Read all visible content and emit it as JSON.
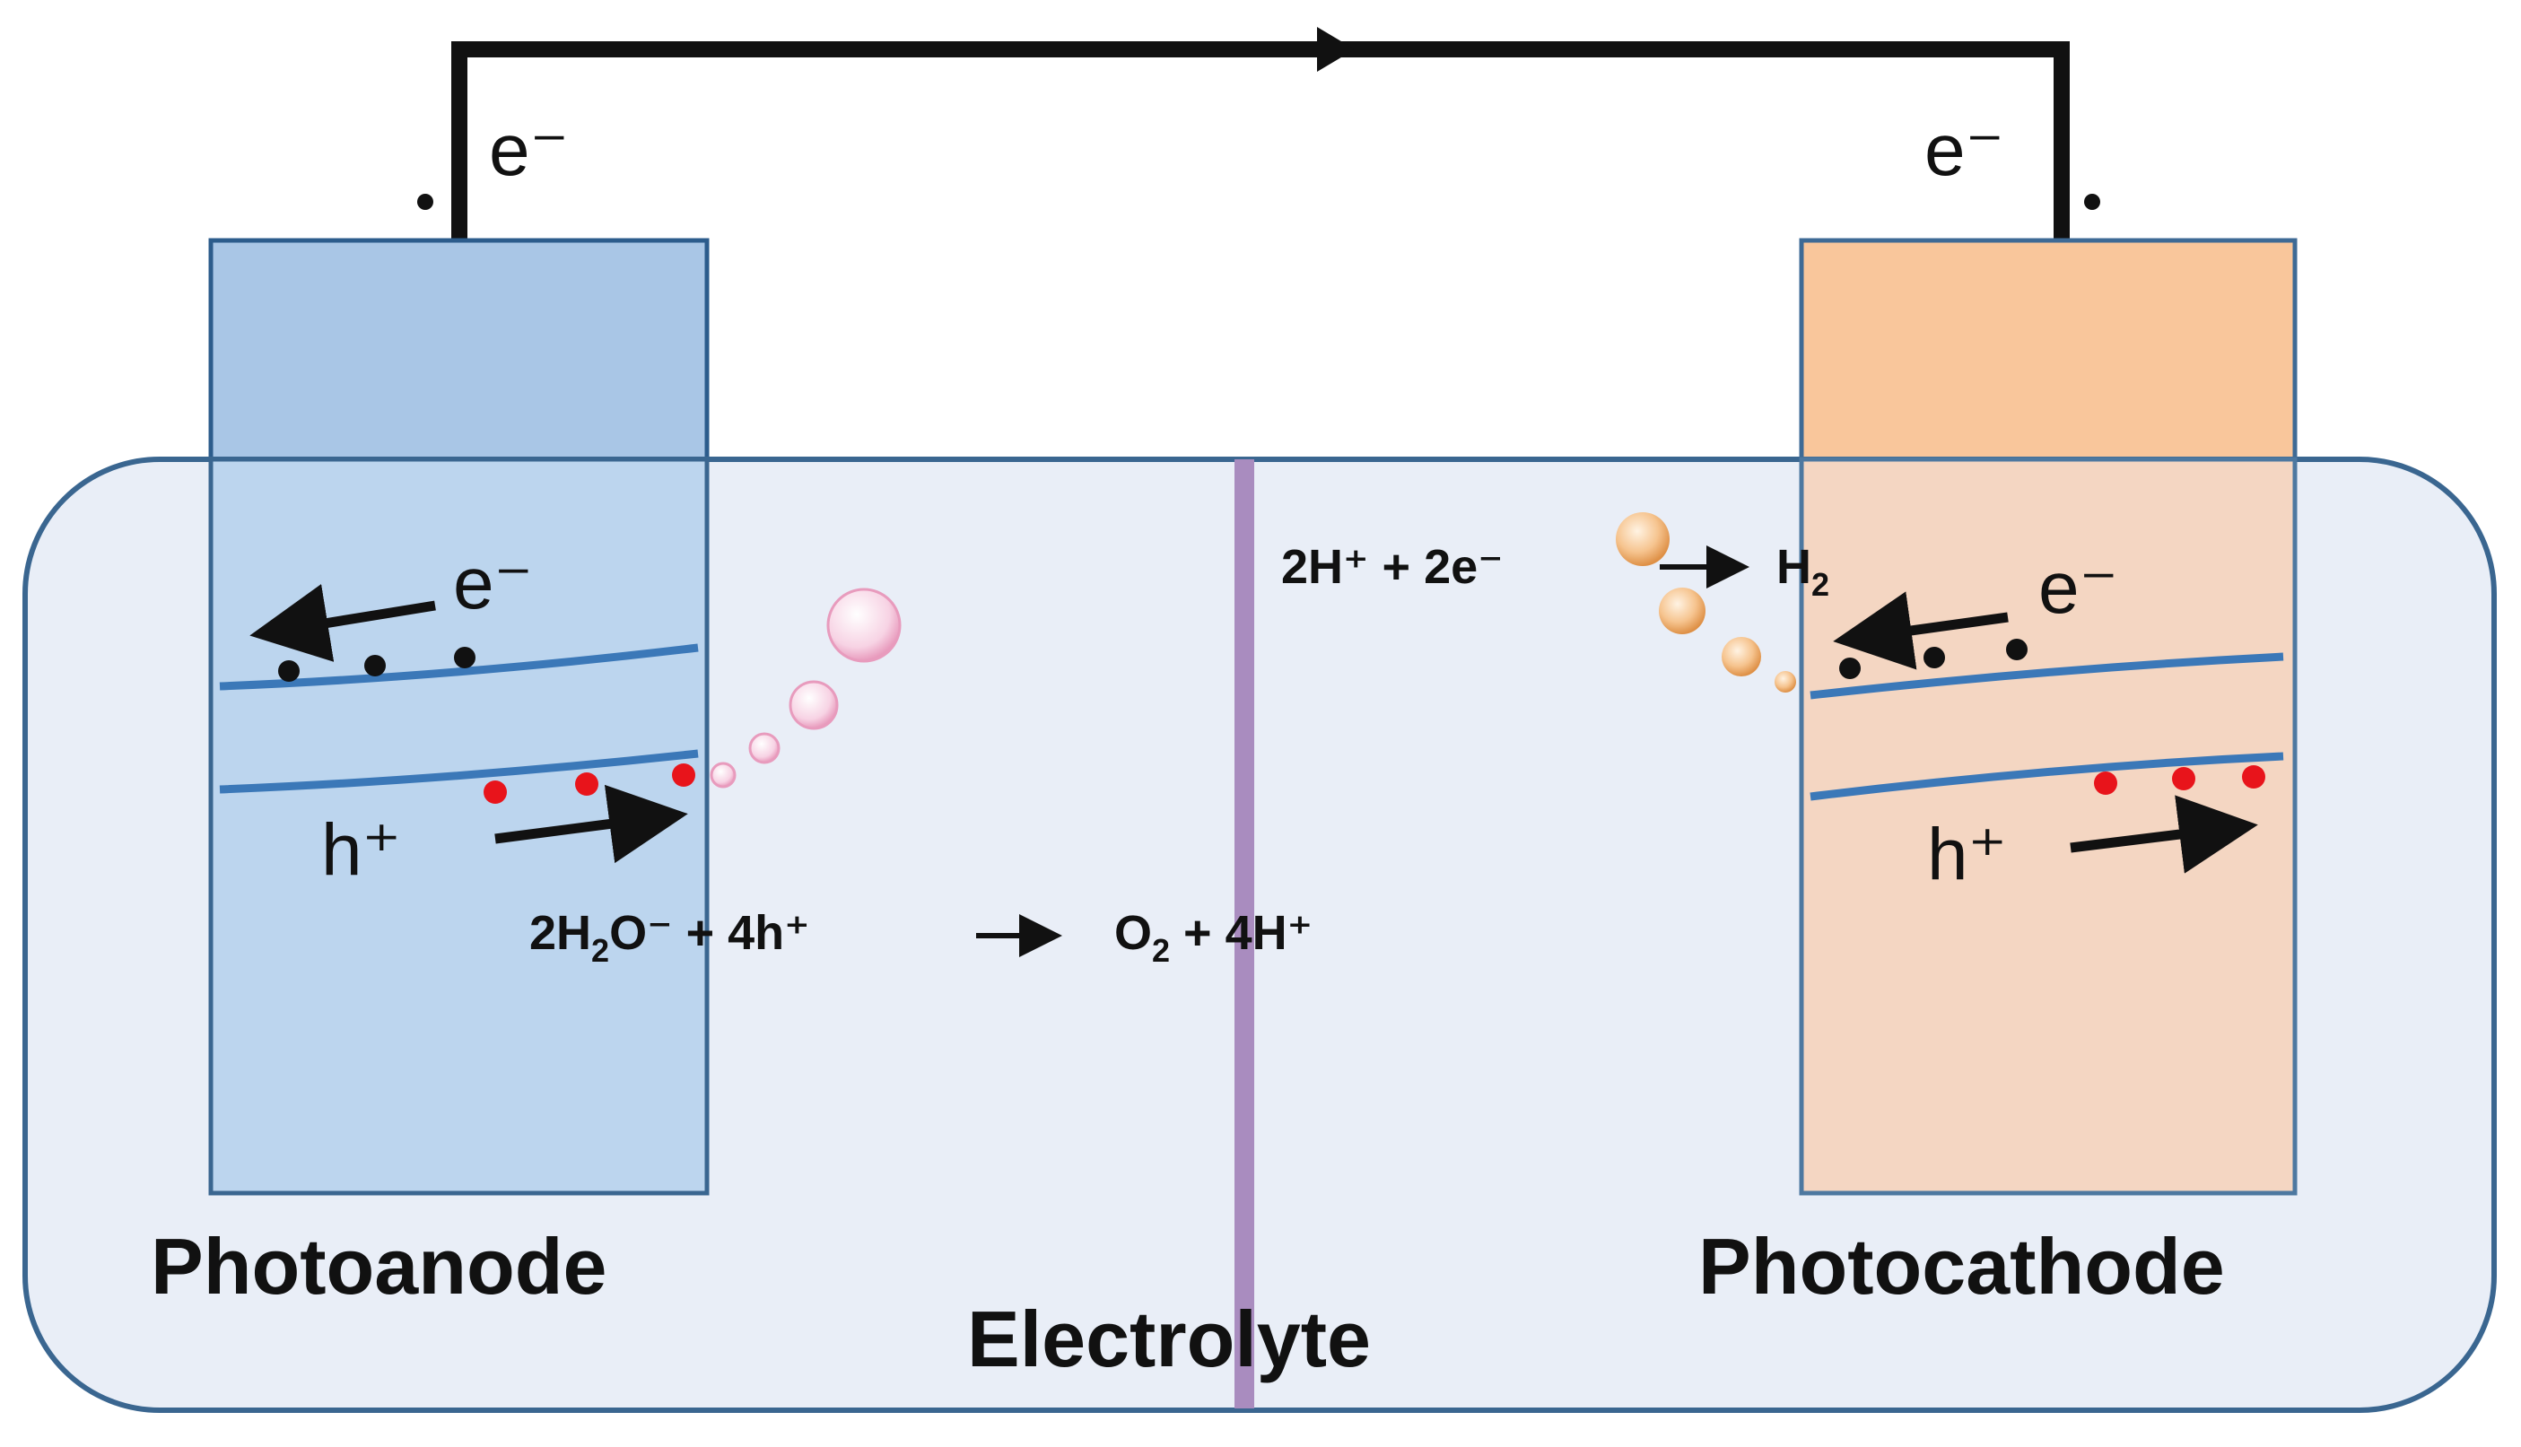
{
  "labels": {
    "photoanode": "Photoanode",
    "photocathode": "Photocathode",
    "electrolyte": "Electrolyte"
  },
  "circuit": {
    "left_electron": "e⁻",
    "right_electron": "e⁻"
  },
  "photoanode_band": {
    "electron": "e⁻",
    "hole": "h⁺"
  },
  "photocathode_band": {
    "electron": "e⁻",
    "hole": "h⁺"
  },
  "reactions": {
    "oxidation": {
      "lhs_a": "2H",
      "lhs_a_sub": "2",
      "lhs_b": "O⁻ + 4h⁺",
      "rhs_a": "O",
      "rhs_a_sub": "2",
      "rhs_b": " + 4H⁺"
    },
    "reduction": {
      "lhs": "2H⁺ + 2e⁻",
      "rhs": "H",
      "rhs_sub": "2"
    }
  },
  "colors": {
    "photoanode_fill": "#a9c6e6",
    "photoanode_in_electrolyte": "#bcd5ee",
    "photocathode_fill": "#f9c69b",
    "photocathode_in_electrolyte": "#f4d6c2",
    "electrolyte_fill": "#e9eef7",
    "electrolyte_border": "#3a6690",
    "membrane": "#a98cbf",
    "band_line": "#3b78b8",
    "hole_dot": "#e8141b",
    "electron_dot": "#111111",
    "o2_bubble": "#f2b6d3",
    "h2_bubble": "#f0b07a"
  }
}
